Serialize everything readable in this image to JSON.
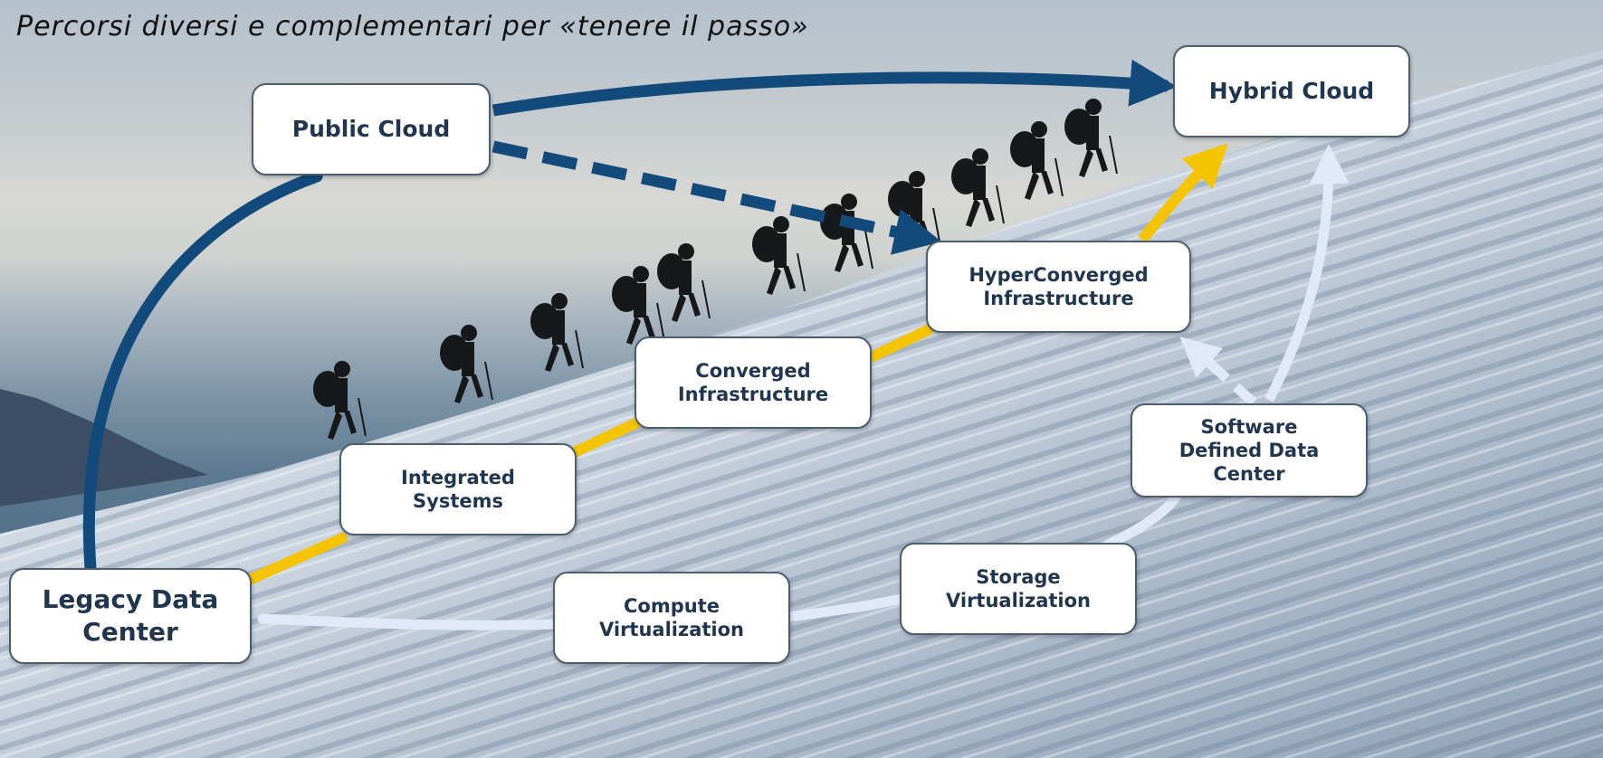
{
  "title": "Percorsi diversi e complementari per «tenere il passo»",
  "nodes": {
    "legacy": "Legacy Data\nCenter",
    "public_cloud": "Public Cloud",
    "hybrid_cloud": "Hybrid Cloud",
    "integrated": "Integrated\nSystems",
    "converged": "Converged\nInfrastructure",
    "hyperconverged": "HyperConverged\nInfrastructure",
    "compute_virt": "Compute\nVirtualization",
    "storage_virt": "Storage\nVirtualization",
    "sddc": "Software\nDefined Data\nCenter"
  },
  "colors": {
    "cloud_path": "#134a7c",
    "converged_path": "#f5c400",
    "virtualization_path": "#dfe9f7",
    "box_text": "#1f3550",
    "climbers": "#17181a"
  },
  "scene": {
    "type": "diagram-over-photo",
    "photo": "mountaineers climbing a snowy slope"
  }
}
